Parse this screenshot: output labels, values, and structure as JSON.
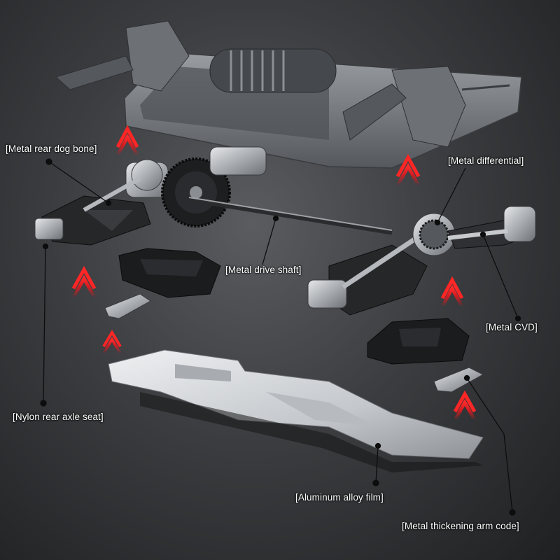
{
  "diagram": {
    "callouts": {
      "rear_dog_bone": "[Metal rear dog bone]",
      "differential": "[Metal differential]",
      "drive_shaft": "[Metal drive shaft]",
      "cvd": "[Metal CVD]",
      "rear_axle_seat": "[Nylon rear axle seat]",
      "alloy_film": "[Aluminum alloy film]",
      "arm_code": "[Metal thickening arm code]"
    }
  },
  "colors": {
    "arrow": "#e0191f",
    "label": "#ffffff",
    "leader": "#111111",
    "metal": "#b9bcc0",
    "plastic": "#1c1c1e",
    "chassis": "#7d8085"
  }
}
